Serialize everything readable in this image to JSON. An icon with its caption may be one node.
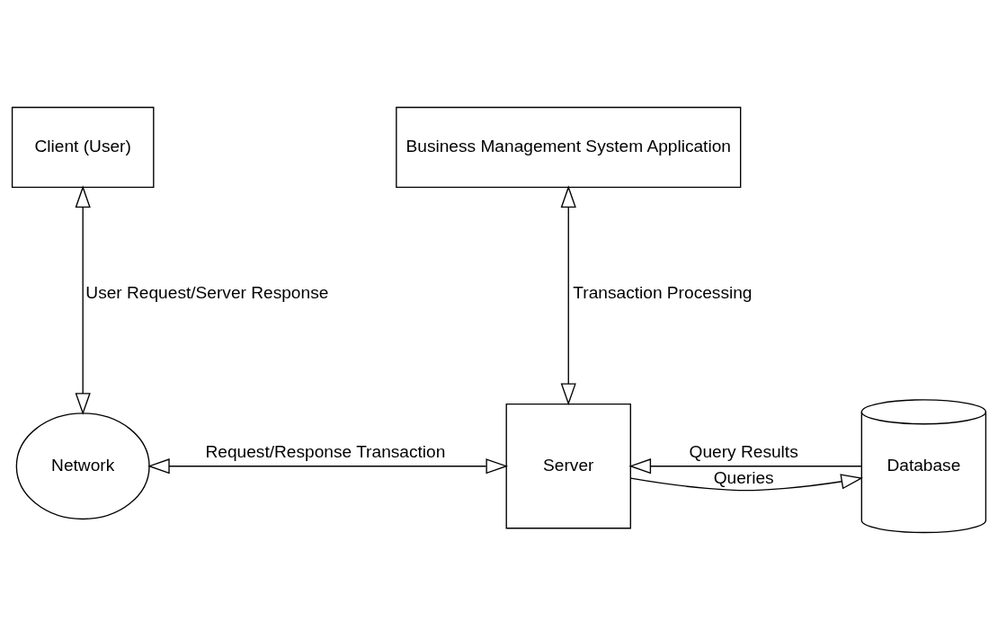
{
  "diagram": {
    "nodes": [
      {
        "text": [
          "Client (User)"
        ]
      },
      {
        "text": [
          "Business Management System Application"
        ]
      },
      {
        "text": [
          "Network"
        ]
      },
      {
        "text": [
          "Server"
        ]
      },
      {
        "text": [
          "Database"
        ]
      }
    ],
    "edges": [
      {
        "from": 0,
        "to": 2,
        "arrow": "both",
        "label": "User Request/Server Response"
      },
      {
        "from": 1,
        "to": 3,
        "arrow": "both",
        "label": "Transaction Processing"
      },
      {
        "from": 2,
        "to": 3,
        "arrow": "both",
        "label": "Request/Response Transaction"
      },
      {
        "from": 3,
        "to": 4,
        "arrow": "to",
        "label": "Queries"
      },
      {
        "from": 4,
        "to": 3,
        "arrow": "to",
        "label": "Query Results"
      }
    ]
  }
}
